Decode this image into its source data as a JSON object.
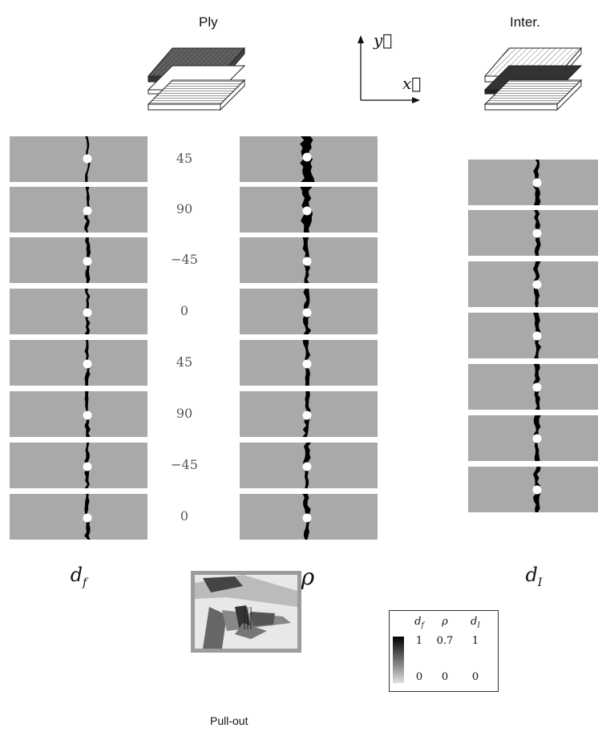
{
  "headers": {
    "ply": "Ply",
    "inter": "Inter."
  },
  "axes": {
    "x": "x⃗",
    "y": "y⃗"
  },
  "angles": [
    "45",
    "90",
    "−45",
    "0",
    "45",
    "90",
    "−45",
    "0"
  ],
  "column_labels": {
    "df": {
      "main": "d",
      "sub": "f"
    },
    "rho": {
      "main": "ρ",
      "sub": ""
    },
    "dI": {
      "main": "d",
      "sub": "I"
    }
  },
  "pullout": {
    "caption": "Pull-out"
  },
  "legend": {
    "headers": [
      "d",
      "ρ",
      "d"
    ],
    "header_subs": [
      "f",
      "",
      "I"
    ],
    "max_values": [
      "1",
      "0.7",
      "1"
    ],
    "min_values": [
      "0",
      "0",
      "0"
    ]
  },
  "colors": {
    "panel": "#a9a9a9",
    "crack": "#000000",
    "marker": "#ffffff",
    "frame": "#9c9c9c"
  }
}
